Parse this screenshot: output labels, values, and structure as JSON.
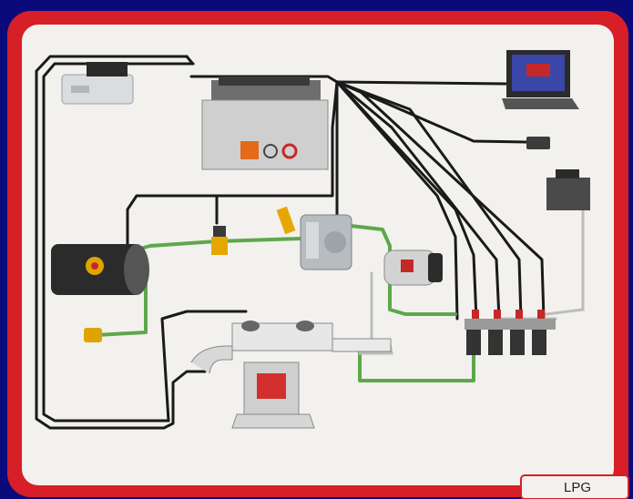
{
  "diagram": {
    "corner_label": "LPG",
    "colors": {
      "background": "#0a0a7a",
      "frame_red": "#d61f26",
      "panel": "#f3f1ee",
      "wire_black": "#1a1a1a",
      "hose_green": "#5da84a",
      "pipe_grey": "#c9c9c9"
    },
    "components": [
      {
        "name": "switch-module"
      },
      {
        "name": "ecu-unit"
      },
      {
        "name": "laptop-computer"
      },
      {
        "name": "small-connector"
      },
      {
        "name": "map-sensor"
      },
      {
        "name": "lpg-tank"
      },
      {
        "name": "filler-valve"
      },
      {
        "name": "solenoid-valve"
      },
      {
        "name": "reducer-vaporizer"
      },
      {
        "name": "gas-filter"
      },
      {
        "name": "injector-rail"
      },
      {
        "name": "engine-block"
      }
    ]
  }
}
